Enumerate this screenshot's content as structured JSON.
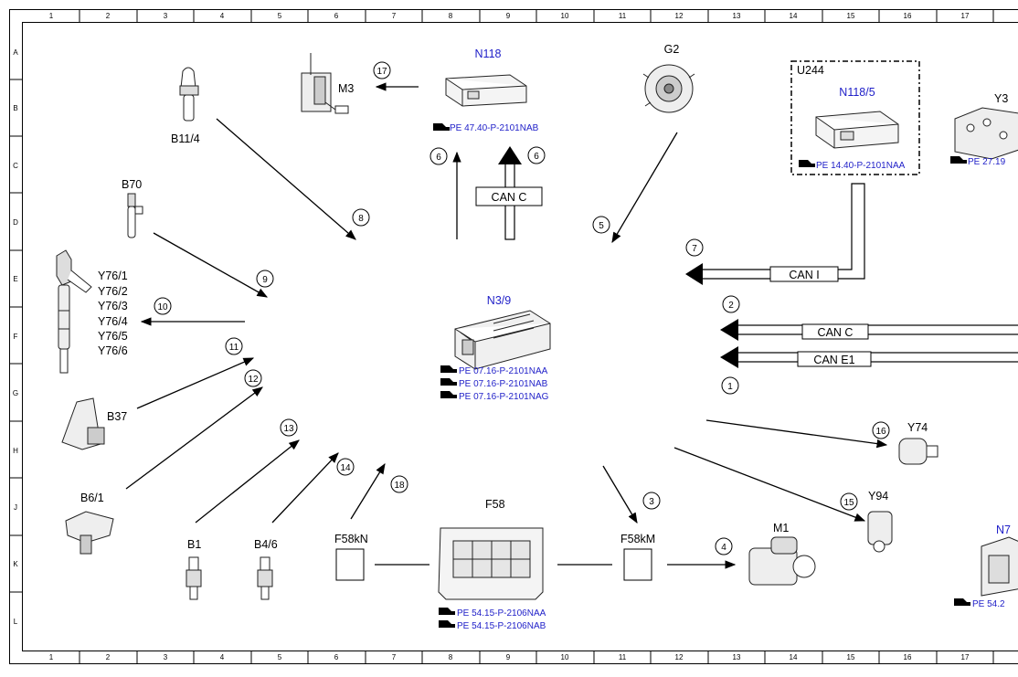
{
  "grid": {
    "columns": [
      "1",
      "2",
      "3",
      "4",
      "5",
      "6",
      "7",
      "8",
      "9",
      "10",
      "11",
      "12",
      "13",
      "14",
      "15",
      "16",
      "17"
    ],
    "rows": [
      "A",
      "B",
      "C",
      "D",
      "E",
      "F",
      "G",
      "H",
      "J",
      "K",
      "L"
    ]
  },
  "components": {
    "B11_4": "B11/4",
    "M3": "M3",
    "N118": "N118",
    "N118_ref": "PE 47.40-P-2101NAB",
    "G2": "G2",
    "U244": "U244",
    "N118_5": "N118/5",
    "N118_5_ref": "PE 14.40-P-2101NAA",
    "Y3_partial": "Y3",
    "Y3_ref_partial": "PE 27.19",
    "B70": "B70",
    "Y76": [
      "Y76/1",
      "Y76/2",
      "Y76/3",
      "Y76/4",
      "Y76/5",
      "Y76/6"
    ],
    "N3_9": "N3/9",
    "N3_9_refs": [
      "PE 07.16-P-2101NAA",
      "PE 07.16-P-2101NAB",
      "PE 07.16-P-2101NAG"
    ],
    "B37": "B37",
    "B6_1": "B6/1",
    "B1": "B1",
    "B4_6": "B4/6",
    "F58kN": "F58kN",
    "F58": "F58",
    "F58_refs": [
      "PE 54.15-P-2106NAA",
      "PE 54.15-P-2106NAB"
    ],
    "F58kM": "F58kM",
    "M1": "M1",
    "Y74": "Y74",
    "Y94": "Y94",
    "N7_partial": "N7",
    "N7_ref_partial": "PE 54.2"
  },
  "buses": {
    "can_c_top": "CAN C",
    "can_i": "CAN I",
    "can_c_right": "CAN C",
    "can_e1": "CAN E1"
  },
  "callouts": [
    "1",
    "2",
    "3",
    "4",
    "5",
    "6",
    "6",
    "8",
    "9",
    "10",
    "11",
    "12",
    "13",
    "14",
    "15",
    "16",
    "17",
    "18",
    "7"
  ]
}
